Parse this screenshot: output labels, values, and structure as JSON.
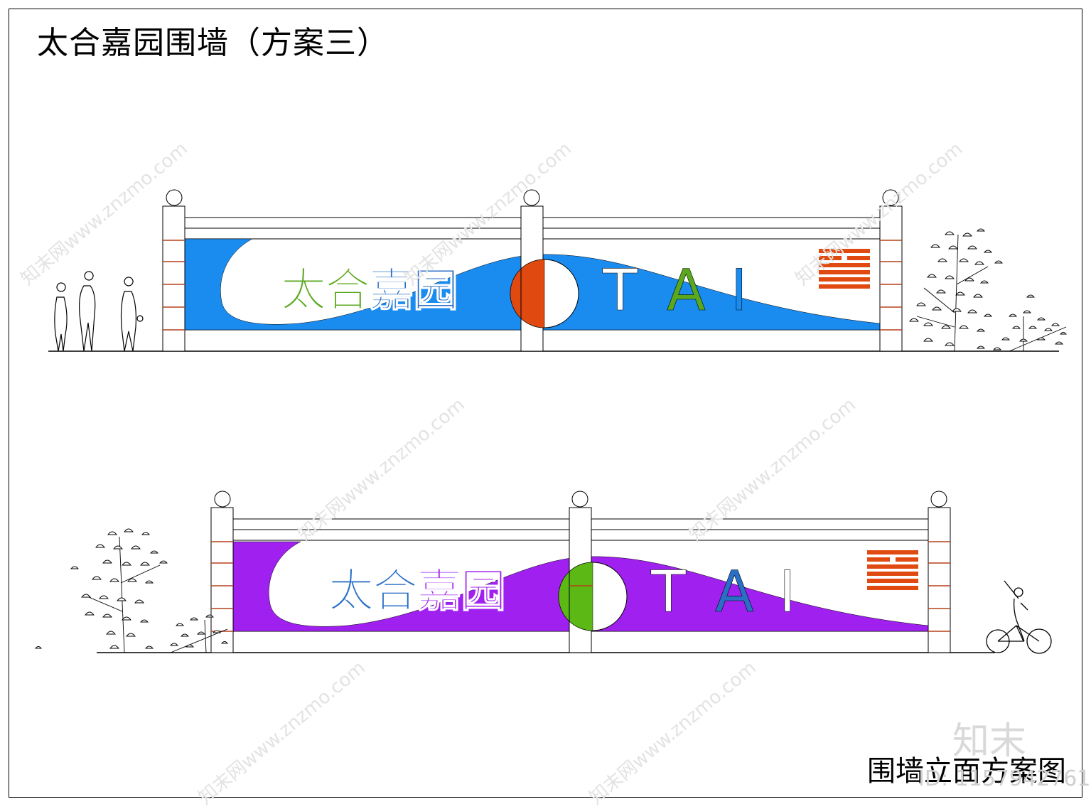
{
  "title": "太合嘉园围墙（方案三）",
  "caption": "围墙立面方案图",
  "watermark": {
    "site_text": "知末网www.znzmo.com",
    "logo_text": "知末",
    "id_text": "ID: 1157942761"
  },
  "elevations": [
    {
      "name_cn": "太合嘉园",
      "name_en": "TAI",
      "panel_color": "#1a8cf0",
      "name_colors": [
        "#5aa81e",
        "#5aa81e",
        "#2a6fc6",
        "#2a6fc6"
      ],
      "letter_colors": [
        "#ffffff",
        "#5aa81e",
        "#1a8cf0"
      ],
      "half_disc_color": "#e04a10",
      "trigram_color": "#e04a10"
    },
    {
      "name_cn": "太合嘉园",
      "name_en": "TAI",
      "panel_color": "#a020f0",
      "name_colors": [
        "#2a6fc6",
        "#2a6fc6",
        "#a020f0",
        "#a020f0"
      ],
      "letter_colors": [
        "#ffffff",
        "#2a6fc6",
        "#ffffff"
      ],
      "half_disc_color": "#5cb815",
      "trigram_color": "#e04a10"
    }
  ],
  "colors": {
    "accent_line": "#b5401a",
    "line": "#000000"
  }
}
